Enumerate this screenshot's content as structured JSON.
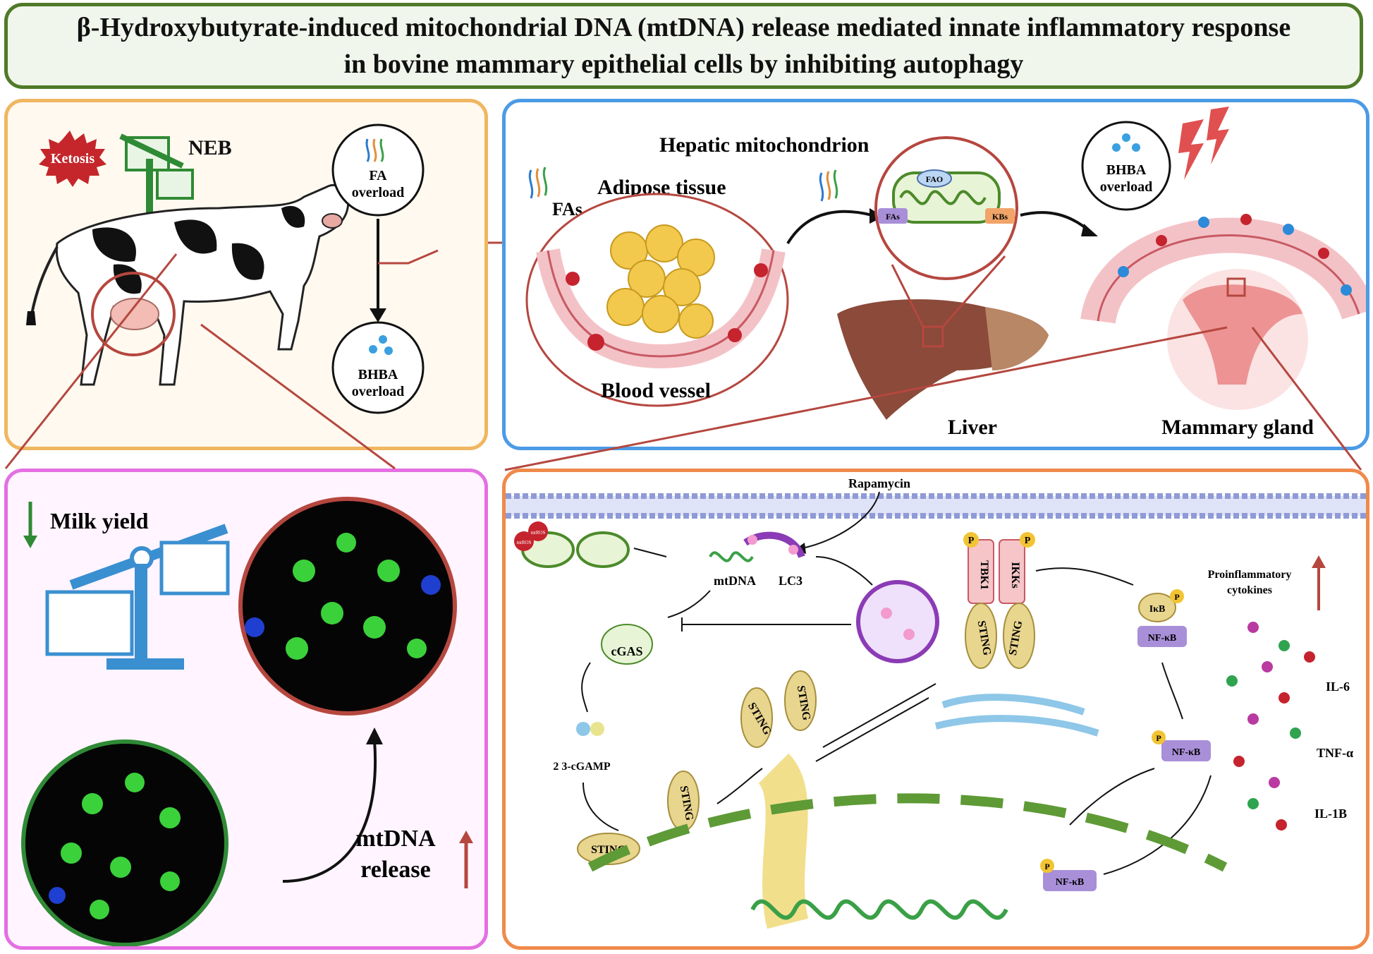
{
  "title": {
    "line1": "β-Hydroxybutyrate-induced mitochondrial DNA (mtDNA) release mediated innate inflammatory response",
    "line2": "in bovine mammary epithelial cells by inhibiting autophagy"
  },
  "panel_cow": {
    "ketosis": "Ketosis",
    "neb": "NEB",
    "fa_overload_1": "FA",
    "fa_overload_2": "overload",
    "bhba_overload_1": "BHBA",
    "bhba_overload_2": "overload"
  },
  "panel_tissue": {
    "hepatic_mitochondrion": "Hepatic mitochondrion",
    "adipose_tissue": "Adipose tissue",
    "fas": "FAs",
    "blood_vessel": "Blood vessel",
    "fao": "FAO",
    "fas_box": "FAs",
    "kbs_box": "KBs",
    "bhba_overload_1": "BHBA",
    "bhba_overload_2": "overload",
    "liver": "Liver",
    "mammary_gland": "Mammary gland"
  },
  "panel_milk": {
    "milk_yield": "Milk yield",
    "mtdna_release_1": "mtDNA",
    "mtdna_release_2": "release"
  },
  "panel_pathway": {
    "rapamycin": "Rapamycin",
    "mtros_1": "mtROS",
    "mtros_2": "mtROS",
    "mtdna": "mtDNA",
    "lc3": "LC3",
    "cgas": "cGAS",
    "cgamp": "2 3-cGAMP",
    "sting_labels": [
      "STING",
      "STING",
      "STING",
      "STING",
      "STING",
      "STING"
    ],
    "tbk1": "TBK1",
    "ikks": "IKKs",
    "p": "P",
    "ikb": "IκB",
    "nfkb": "NF-κB",
    "proinflammatory_1": "Proinflammatory",
    "proinflammatory_2": "cytokines",
    "il6": "IL-6",
    "tnfa": "TNF-α",
    "il1b": "IL-1B"
  },
  "colors": {
    "title_border": "#4f7a28",
    "cow_panel_border": "#f0b660",
    "tissue_panel_border": "#4b9be6",
    "milk_panel_border": "#e46fe2",
    "pathway_panel_border": "#f08a4b",
    "connector_lines": "#b5473f",
    "sting": "#e8d58e",
    "nfkb": "#a98fd8",
    "phospho": "#f2c433",
    "membrane": "#8f9ad6"
  }
}
